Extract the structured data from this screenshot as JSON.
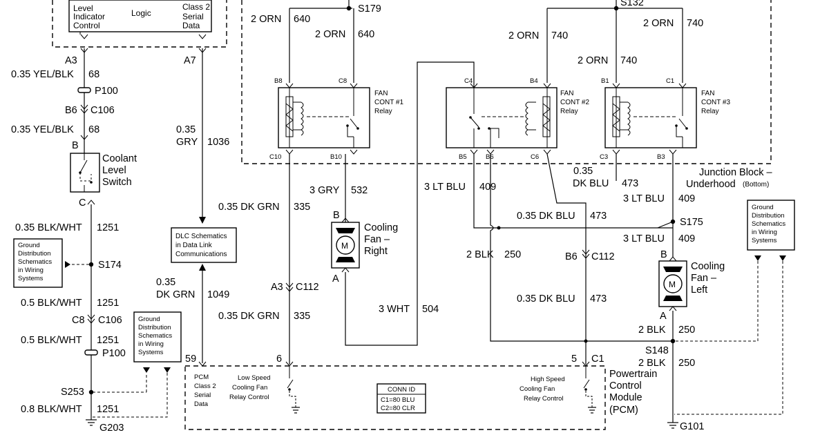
{
  "ecm_box": {
    "text_left": [
      "Level",
      "Indicator",
      "Control"
    ],
    "text_mid": "Logic",
    "text_right": [
      "Class 2",
      "Serial",
      "Data"
    ],
    "pin_a3": "A3",
    "pin_a7": "A7"
  },
  "left_branch": {
    "w1_label": "0.35 YEL/BLK",
    "w1_circuit": "68",
    "p100_a": "P100",
    "b6": "B6",
    "c106_a": "C106",
    "w2_label": "0.35 YEL/BLK",
    "w2_circuit": "68",
    "pin_b": "B",
    "switch_label": [
      "Coolant",
      "Level",
      "Switch"
    ],
    "pin_c": "C",
    "w3_label": "0.35 BLK/WHT",
    "w3_circuit": "1251",
    "ground_ref_1": [
      "Ground",
      "Distribution",
      "Schematics",
      "in Wiring",
      "Systems"
    ],
    "s174": "S174",
    "w4_label": "0.5 BLK/WHT",
    "w4_circuit": "1251",
    "c8": "C8",
    "c106_b": "C106",
    "w5_label": "0.5 BLK/WHT",
    "w5_circuit": "1251",
    "p100_b": "P100",
    "s253": "S253",
    "w6_label": "0.8 BLK/WHT",
    "w6_circuit": "1251",
    "g203": "G203",
    "ground_ref_2": [
      "Ground",
      "Distribution",
      "Schematics",
      "in Wiring",
      "Systems"
    ]
  },
  "dlc": {
    "w1_size": "0.35",
    "w1_color": "GRY",
    "w1_circuit": "1036",
    "box": [
      "DLC Schematics",
      "in Data Link",
      "Communications"
    ],
    "w2_size": "0.35",
    "w2_color": "DK GRN",
    "w2_circuit": "1049",
    "pin_59": "59"
  },
  "junction_block": {
    "s179": "S179",
    "s132": "S132",
    "w_640_a": "2 ORN",
    "w_640_a_c": "640",
    "w_640_b": "2 ORN",
    "w_640_b_c": "640",
    "w_740_a": "2 ORN",
    "w_740_a_c": "740",
    "w_740_b": "2 ORN",
    "w_740_b_c": "740",
    "w_740_c": "2 ORN",
    "w_740_c_c": "740",
    "relay1": {
      "pins": [
        "B8",
        "C8",
        "C10",
        "B10"
      ],
      "label": [
        "FAN",
        "CONT #1",
        "Relay"
      ]
    },
    "relay2": {
      "pins": [
        "C4",
        "B4",
        "B5",
        "B6",
        "C6"
      ],
      "label": [
        "FAN",
        "CONT #2",
        "Relay"
      ]
    },
    "relay3": {
      "pins": [
        "B1",
        "C1",
        "C3",
        "B3"
      ],
      "label": [
        "FAN",
        "CONT #3",
        "Relay"
      ]
    },
    "title": [
      "Junction Block –",
      "Underhood"
    ],
    "subtitle": "(Bottom)"
  },
  "mid_wires": {
    "w_335_a": "0.35 DK GRN",
    "w_335_a_c": "335",
    "a3": "A3",
    "c112_a": "C112",
    "w_335_b": "0.35 DK GRN",
    "w_335_b_c": "335",
    "pin_6": "6",
    "w_532": "3 GRY",
    "w_532_c": "532",
    "fan_right_pin_b": "B",
    "fan_right_label": [
      "Cooling",
      "Fan –",
      "Right"
    ],
    "fan_right_pin_a": "A",
    "w_504": "3 WHT",
    "w_504_c": "504",
    "w_409_a": "3 LT BLU",
    "w_409_a_c": "409",
    "w_250_a": "2 BLK",
    "w_250_a_c": "250",
    "w_473_a_size": "0.35",
    "w_473_a_color": "DK BLU",
    "w_473_a_c": "473",
    "w_473_b": "0.35 DK BLU",
    "w_473_b_c": "473",
    "b6": "B6",
    "c112_b": "C112",
    "w_473_c": "0.35 DK BLU",
    "w_473_c_c": "473",
    "pin_5": "5",
    "c1": "C1",
    "motor": "M"
  },
  "right_side": {
    "w_409_b": "3 LT BLU",
    "w_409_b_c": "409",
    "s175": "S175",
    "w_409_c": "3 LT BLU",
    "w_409_c_c": "409",
    "fan_left_pin_b": "B",
    "fan_left_label": [
      "Cooling",
      "Fan –",
      "Left"
    ],
    "fan_left_pin_a": "A",
    "w_250_b": "2 BLK",
    "w_250_b_c": "250",
    "s148": "S148",
    "w_250_c": "2 BLK",
    "w_250_c_c": "250",
    "g101": "G101",
    "ground_ref_3": [
      "Ground",
      "Distribution",
      "Schematics",
      "in Wiring",
      "Systems"
    ]
  },
  "pcm": {
    "class2": [
      "PCM",
      "Class 2",
      "Serial",
      "Data"
    ],
    "low_speed": [
      "Low Speed",
      "Cooling Fan",
      "Relay Control"
    ],
    "conn_title": "CONN ID",
    "conn_lines": [
      "C1=80 BLU",
      "C2=80 CLR"
    ],
    "high_speed": [
      "High Speed",
      "Cooling Fan",
      "Relay Control"
    ],
    "title": [
      "Powertrain",
      "Control",
      "Module",
      "(PCM)"
    ]
  }
}
